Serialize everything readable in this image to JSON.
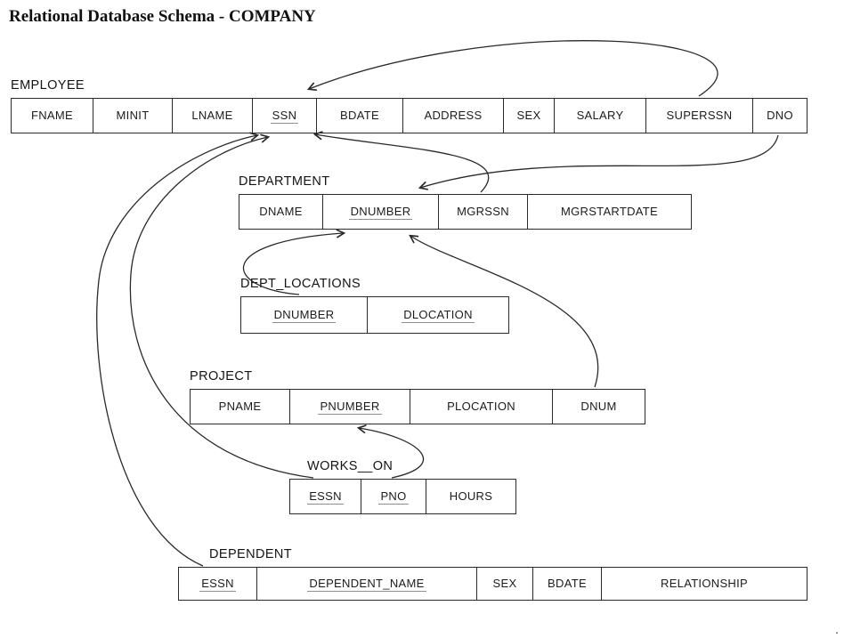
{
  "title": "Relational Database Schema - COMPANY",
  "tables": [
    {
      "label": "EMPLOYEE",
      "columns": [
        {
          "name": "FNAME",
          "key": false
        },
        {
          "name": "MINIT",
          "key": false
        },
        {
          "name": "LNAME",
          "key": false
        },
        {
          "name": "SSN",
          "key": true
        },
        {
          "name": "BDATE",
          "key": false
        },
        {
          "name": "ADDRESS",
          "key": false
        },
        {
          "name": "SEX",
          "key": false
        },
        {
          "name": "SALARY",
          "key": false
        },
        {
          "name": "SUPERSSN",
          "key": false
        },
        {
          "name": "DNO",
          "key": false
        }
      ]
    },
    {
      "label": "DEPARTMENT",
      "columns": [
        {
          "name": "DNAME",
          "key": false
        },
        {
          "name": "DNUMBER",
          "key": true
        },
        {
          "name": "MGRSSN",
          "key": false
        },
        {
          "name": "MGRSTARTDATE",
          "key": false
        }
      ]
    },
    {
      "label": "DEPT_LOCATIONS",
      "columns": [
        {
          "name": "DNUMBER",
          "key": true
        },
        {
          "name": "DLOCATION",
          "key": true
        }
      ]
    },
    {
      "label": "PROJECT",
      "columns": [
        {
          "name": "PNAME",
          "key": false
        },
        {
          "name": "PNUMBER",
          "key": true
        },
        {
          "name": "PLOCATION",
          "key": false
        },
        {
          "name": "DNUM",
          "key": false
        }
      ]
    },
    {
      "label": "WORKS__ON",
      "columns": [
        {
          "name": "ESSN",
          "key": true
        },
        {
          "name": "PNO",
          "key": true
        },
        {
          "name": "HOURS",
          "key": false
        }
      ]
    },
    {
      "label": "DEPENDENT",
      "columns": [
        {
          "name": "ESSN",
          "key": true
        },
        {
          "name": "DEPENDENT_NAME",
          "key": true
        },
        {
          "name": "SEX",
          "key": false
        },
        {
          "name": "BDATE",
          "key": false
        },
        {
          "name": "RELATIONSHIP",
          "key": false
        }
      ]
    }
  ],
  "relationships": [
    {
      "from": "EMPLOYEE.SUPERSSN",
      "to": "EMPLOYEE.SSN"
    },
    {
      "from": "DEPARTMENT.MGRSSN",
      "to": "EMPLOYEE.SSN"
    },
    {
      "from": "EMPLOYEE.DNO",
      "to": "DEPARTMENT.DNUMBER"
    },
    {
      "from": "DEPT_LOCATIONS.DNUMBER",
      "to": "DEPARTMENT.DNUMBER"
    },
    {
      "from": "PROJECT.DNUM",
      "to": "DEPARTMENT.DNUMBER"
    },
    {
      "from": "WORKS__ON.ESSN",
      "to": "EMPLOYEE.SSN"
    },
    {
      "from": "WORKS__ON.PNO",
      "to": "PROJECT.PNUMBER"
    },
    {
      "from": "DEPENDENT.ESSN",
      "to": "EMPLOYEE.SSN"
    }
  ],
  "stray_mark": ".",
  "colors": {
    "ink": "#1c1c1c",
    "line": "#2a2a2a",
    "underline": "#8f8f8f",
    "background": "#ffffff"
  }
}
